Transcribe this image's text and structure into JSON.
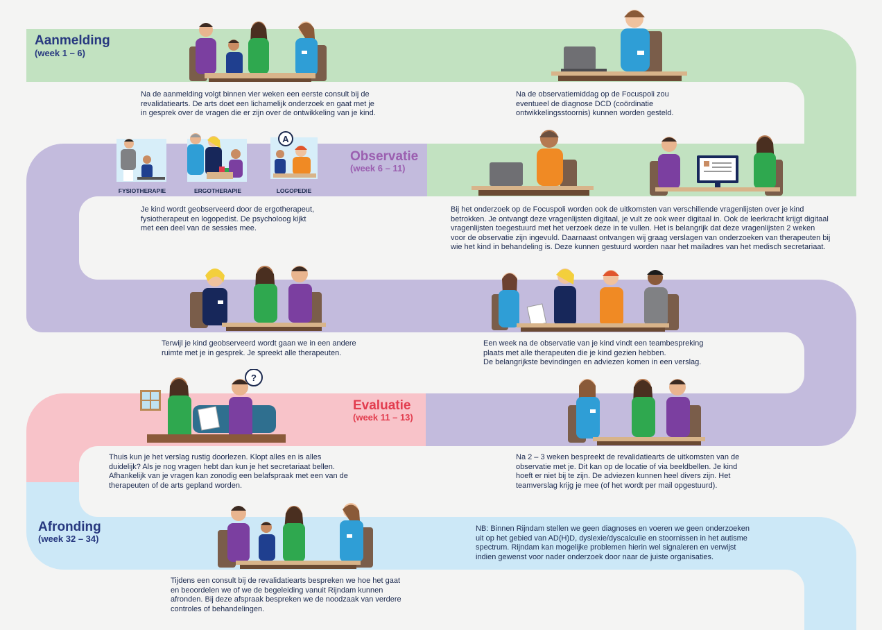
{
  "phases": {
    "aanmelding": {
      "title": "Aanmelding",
      "weeks": "(week 1 – 6)"
    },
    "observatie": {
      "title": "Observatie",
      "weeks": "(week 6 – 11)"
    },
    "evaluatie": {
      "title": "Evaluatie",
      "weeks": "(week 11 – 13)"
    },
    "afronding": {
      "title": "Afronding",
      "weeks": "(week 32 – 34)"
    }
  },
  "therapies": [
    "FYSIOTHERAPIE",
    "ERGOTHERAPIE",
    "LOGOPEDIE"
  ],
  "badges": {
    "a": "A",
    "question": "?"
  },
  "texts": {
    "t1": "Na de aanmelding volgt binnen vier weken een eerste consult bij de\nrevalidatiearts.  De arts doet een lichamelijk onderzoek en gaat met je\nin gesprek over de vragen die er zijn over de ontwikkeling van je kind.",
    "t2": "Na de observatiemiddag op de Focuspoli zou\neventueel de diagnose DCD (coördinatie\nontwikkelingsstoornis) kunnen worden gesteld.",
    "t3": "Je kind wordt geobserveerd door de ergotherapeut,\nfysiotherapeut en logopedist. De psycholoog kijkt\nmet een deel van de sessies mee.",
    "t4": "Bij het onderzoek op de Focuspoli worden ook de uitkomsten van verschillende vragenlijsten over je kind\nbetrokken. Je ontvangt deze vragenlijsten digitaal, je vult ze ook weer digitaal in. Ook de leerkracht krijgt digitaal\nvragenlijsten toegestuurd met het verzoek deze in te vullen. Het is belangrijk dat deze vragenlijsten 2 weken\nvoor de observatie zijn ingevuld. Daarnaast ontvangen wij graag verslagen van onderzoeken van therapeuten bij\nwie het kind in behandeling is. Deze kunnen gestuurd worden naar het mailadres van het medisch secretariaat.",
    "t5": "Terwijl je kind geobserveerd wordt gaan we in een andere\nruimte met je in gesprek. Je spreekt alle therapeuten.",
    "t6": "Een week na de observatie van je kind vindt een teambespreking\nplaats met alle therapeuten die je kind gezien hebben.\nDe belangrijkste bevindingen en adviezen komen in een verslag.",
    "t7": "Thuis kun je het verslag rustig doorlezen. Klopt alles en is alles\nduidelijk? Als je nog vragen hebt dan kun je het secretariaat bellen.\nAfhankelijk van je vragen kan zonodig een belafspraak met een van de\ntherapeuten of de arts gepland worden.",
    "t8": "Na 2 – 3 weken bespreekt de revalidatiearts de uitkomsten van de\nobservatie met je. Dit kan op de locatie of via beeldbellen. Je kind\nhoeft er niet bij te zijn. De adviezen kunnen heel divers zijn. Het\nteamverslag krijg je mee (of het wordt per mail opgestuurd).",
    "t9": "NB: Binnen Rijndam stellen we geen diagnoses en voeren we geen onderzoeken\nuit op het gebied van AD(H)D, dyslexie/dyscalculie en stoornissen in het autisme\nspectrum. Rijndam kan mogelijke problemen hierin wel signaleren en verwijst\nindien gewenst voor nader onderzoek door naar de juiste organisaties.",
    "t10": "Tijdens een consult bij de revalidatiearts bespreken we hoe het gaat\nen beoordelen we of we de begeleiding vanuit Rijndam kunnen\nafronden. Bij deze afspraak bespreken we de noodzaak van verdere\ncontroles of behandelingen."
  },
  "colors": {
    "green": "#c2e2c1",
    "purple": "#c3bbdd",
    "pink": "#f8c3c9",
    "blue": "#cce8f7",
    "text": "#1c2a4f",
    "title_blue": "#27387f",
    "title_purple": "#9b5fb0",
    "title_red": "#e23c4e"
  }
}
